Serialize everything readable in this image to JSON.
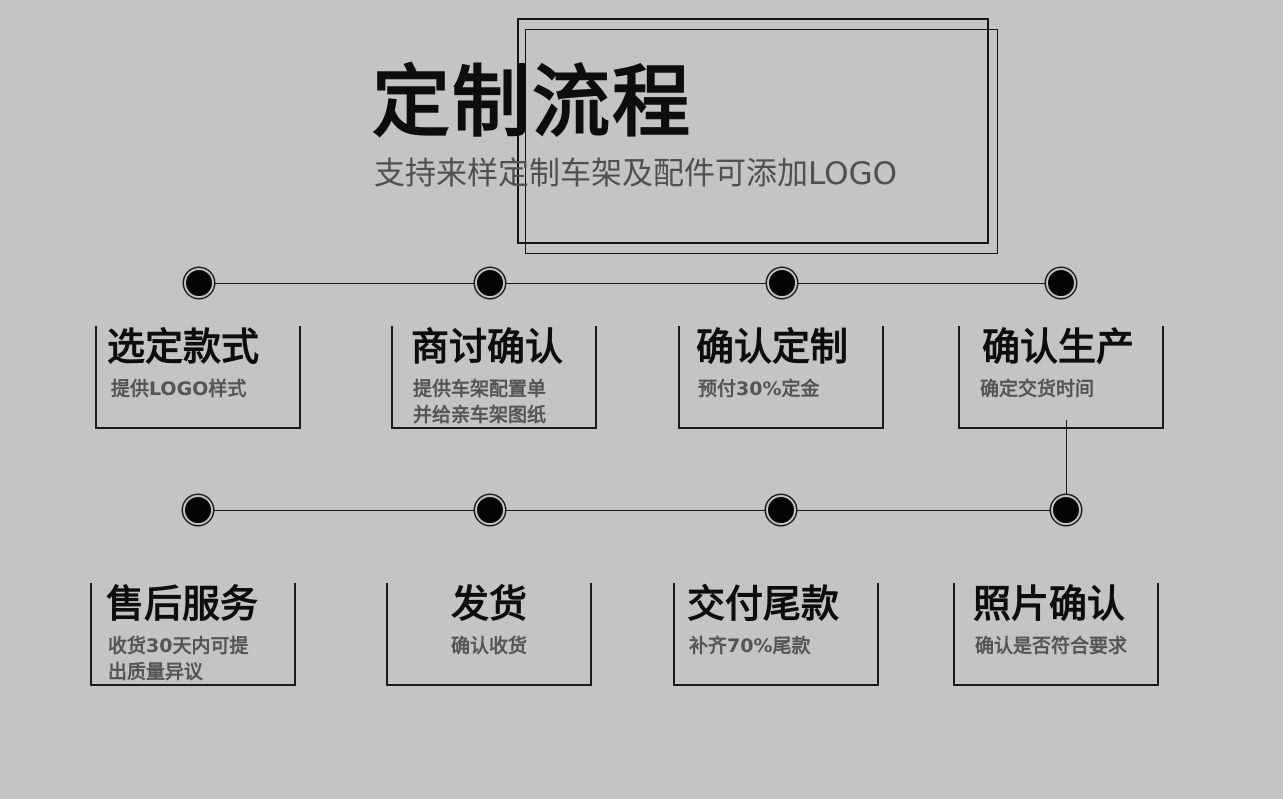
{
  "header": {
    "title": "定制流程",
    "subtitle": "支持来样定制车架及配件可添加LOGO"
  },
  "steps_row1": [
    {
      "title": "选定款式",
      "desc": "提供LOGO样式"
    },
    {
      "title": "商讨确认",
      "desc": "提供车架配置单\n并给亲车架图纸"
    },
    {
      "title": "确认定制",
      "desc": "预付30%定金"
    },
    {
      "title": "确认生产",
      "desc": "确定交货时间"
    }
  ],
  "steps_row2": [
    {
      "title": "售后服务",
      "desc": "收货30天内可提\n出质量异议"
    },
    {
      "title": "发货",
      "desc": "确认收货"
    },
    {
      "title": "交付尾款",
      "desc": "补齐70%尾款"
    },
    {
      "title": "照片确认",
      "desc": "确认是否符合要求"
    }
  ],
  "colors": {
    "background": "#c4c4c4",
    "ink": "#0d0d0d",
    "muted_text": "#555555"
  }
}
